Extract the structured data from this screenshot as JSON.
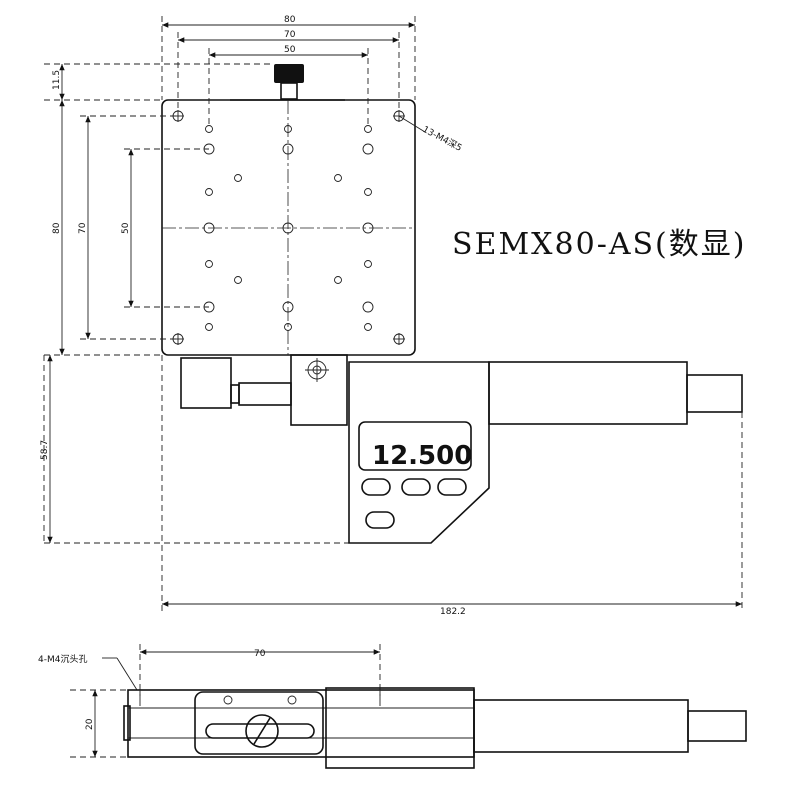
{
  "title": "SEMX80-AS(数显)",
  "display_value": "12.500",
  "dimensions": {
    "top_width": "80",
    "top_hole_span": "70",
    "top_inner_span": "50",
    "knob_height": "11.5",
    "left_height": "80",
    "left_hole_span": "70",
    "left_inner_span": "50",
    "micrometer_drop": "58.7",
    "total_length": "182.2",
    "side_hole_span": "70",
    "side_height": "20"
  },
  "notes": {
    "top_holes": "13-M4深5",
    "side_holes": "4-M4沉头孔"
  }
}
